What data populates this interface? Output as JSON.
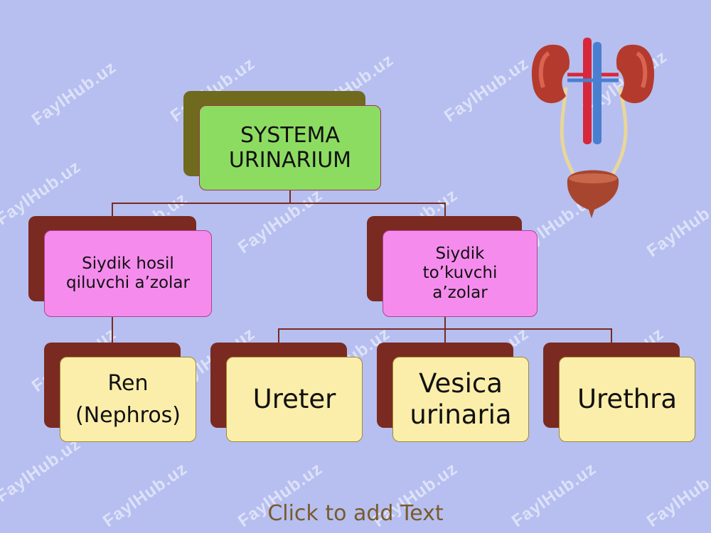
{
  "diagram": {
    "root": "SYSTEMA\nURINARIUM",
    "groups": [
      {
        "label": "Siydik hosil\nqiluvchi a’zolar"
      },
      {
        "label": "Siydik\nto’kuvchi\na’zolar"
      }
    ],
    "leaves": [
      {
        "label": "Ren\n(Nephros)"
      },
      {
        "label": "Ureter"
      },
      {
        "label": "Vesica\nurinaria"
      },
      {
        "label": "Urethra"
      }
    ]
  },
  "footer": {
    "placeholder": "Click to add Text"
  },
  "watermark": "FaylHub.uz",
  "colors": {
    "background": "#b6bff0",
    "root_fill": "#8ddc62",
    "group_fill": "#f58ced",
    "leaf_fill": "#fbeeaa",
    "shadow_dark": "#7a2a20",
    "root_shadow": "#6f6a1e"
  }
}
